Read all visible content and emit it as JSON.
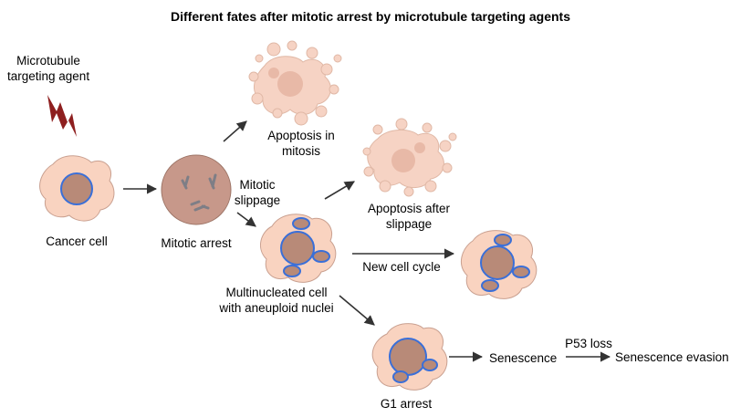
{
  "title": "Different fates after mitotic arrest by microtubule targeting agents",
  "labels": {
    "agent_line1": "Microtubule",
    "agent_line2": "targeting agent",
    "cancer_cell": "Cancer cell",
    "mitotic_arrest": "Mitotic arrest",
    "apoptosis_mitosis_line1": "Apoptosis in",
    "apoptosis_mitosis_line2": "mitosis",
    "mitotic_slippage_line1": "Mitotic",
    "mitotic_slippage_line2": "slippage",
    "apoptosis_slippage_line1": "Apoptosis after",
    "apoptosis_slippage_line2": "slippage",
    "new_cell_cycle": "New cell cycle",
    "multinucleated_line1": "Multinucleated cell",
    "multinucleated_line2": "with aneuploid nuclei",
    "g1_arrest": "G1 arrest",
    "senescence": "Senescence",
    "p53_loss": "P53 loss",
    "senescence_evasion": "Senescence evasion"
  },
  "colors": {
    "cell_fill": "#f9d3c0",
    "cell_stroke": "#c9a090",
    "nucleus_fill": "#b88a78",
    "nucleus_stroke": "#3a6fd8",
    "arrest_fill": "#c7988a",
    "arrest_stroke": "#9d7466",
    "lightning": "#8e1f1f",
    "arrow": "#333333"
  }
}
